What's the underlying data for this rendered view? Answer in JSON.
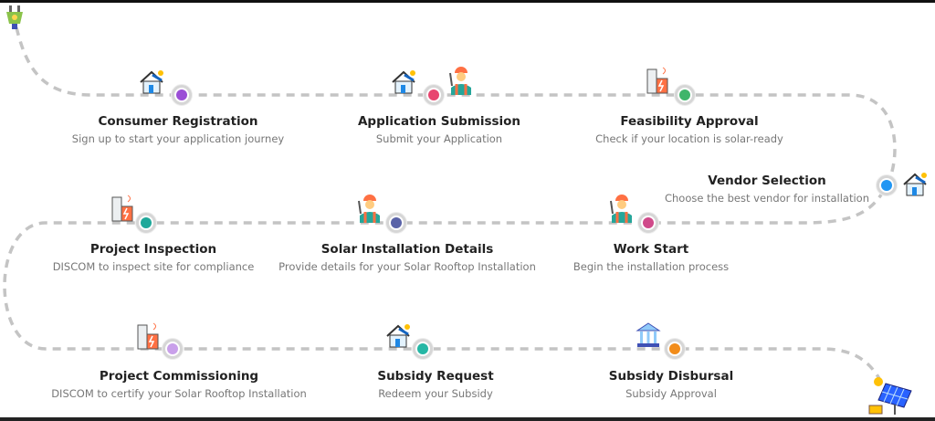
{
  "steps": [
    {
      "title": "Consumer Registration",
      "desc": "Sign up to start your application journey",
      "color": "#9b4fd6",
      "icon": "house-solar-icon"
    },
    {
      "title": "Application Submission",
      "desc": "Submit your Application",
      "color": "#e8456f",
      "icon": "house-solar-icon"
    },
    {
      "title": "Feasibility Approval",
      "desc": "Check if your location is solar-ready",
      "color": "#3fb56a",
      "icon": "factory-energy-icon"
    },
    {
      "title": "Vendor Selection",
      "desc": "Choose the best vendor for installation",
      "color": "#2196f3",
      "icon": "house-solar-icon"
    },
    {
      "title": "Work Start",
      "desc": "Begin the installation process",
      "color": "#d04a8a",
      "icon": "worker-icon"
    },
    {
      "title": "Solar Installation Details",
      "desc": "Provide details for your Solar Rooftop Installation",
      "color": "#5a63a8",
      "icon": "worker-icon"
    },
    {
      "title": "Project Inspection",
      "desc": "DISCOM to inspect site for compliance",
      "color": "#1fa89a",
      "icon": "factory-energy-icon"
    },
    {
      "title": "Project Commissioning",
      "desc": "DISCOM to certify your Solar Rooftop Installation",
      "color": "#c9a0ea",
      "icon": "factory-energy-icon"
    },
    {
      "title": "Subsidy Request",
      "desc": "Redeem your Subsidy",
      "color": "#26b7a5",
      "icon": "house-solar-icon"
    },
    {
      "title": "Subsidy Disbursal",
      "desc": "Subsidy Approval",
      "color": "#f28c1a",
      "icon": "bank-icon"
    }
  ]
}
